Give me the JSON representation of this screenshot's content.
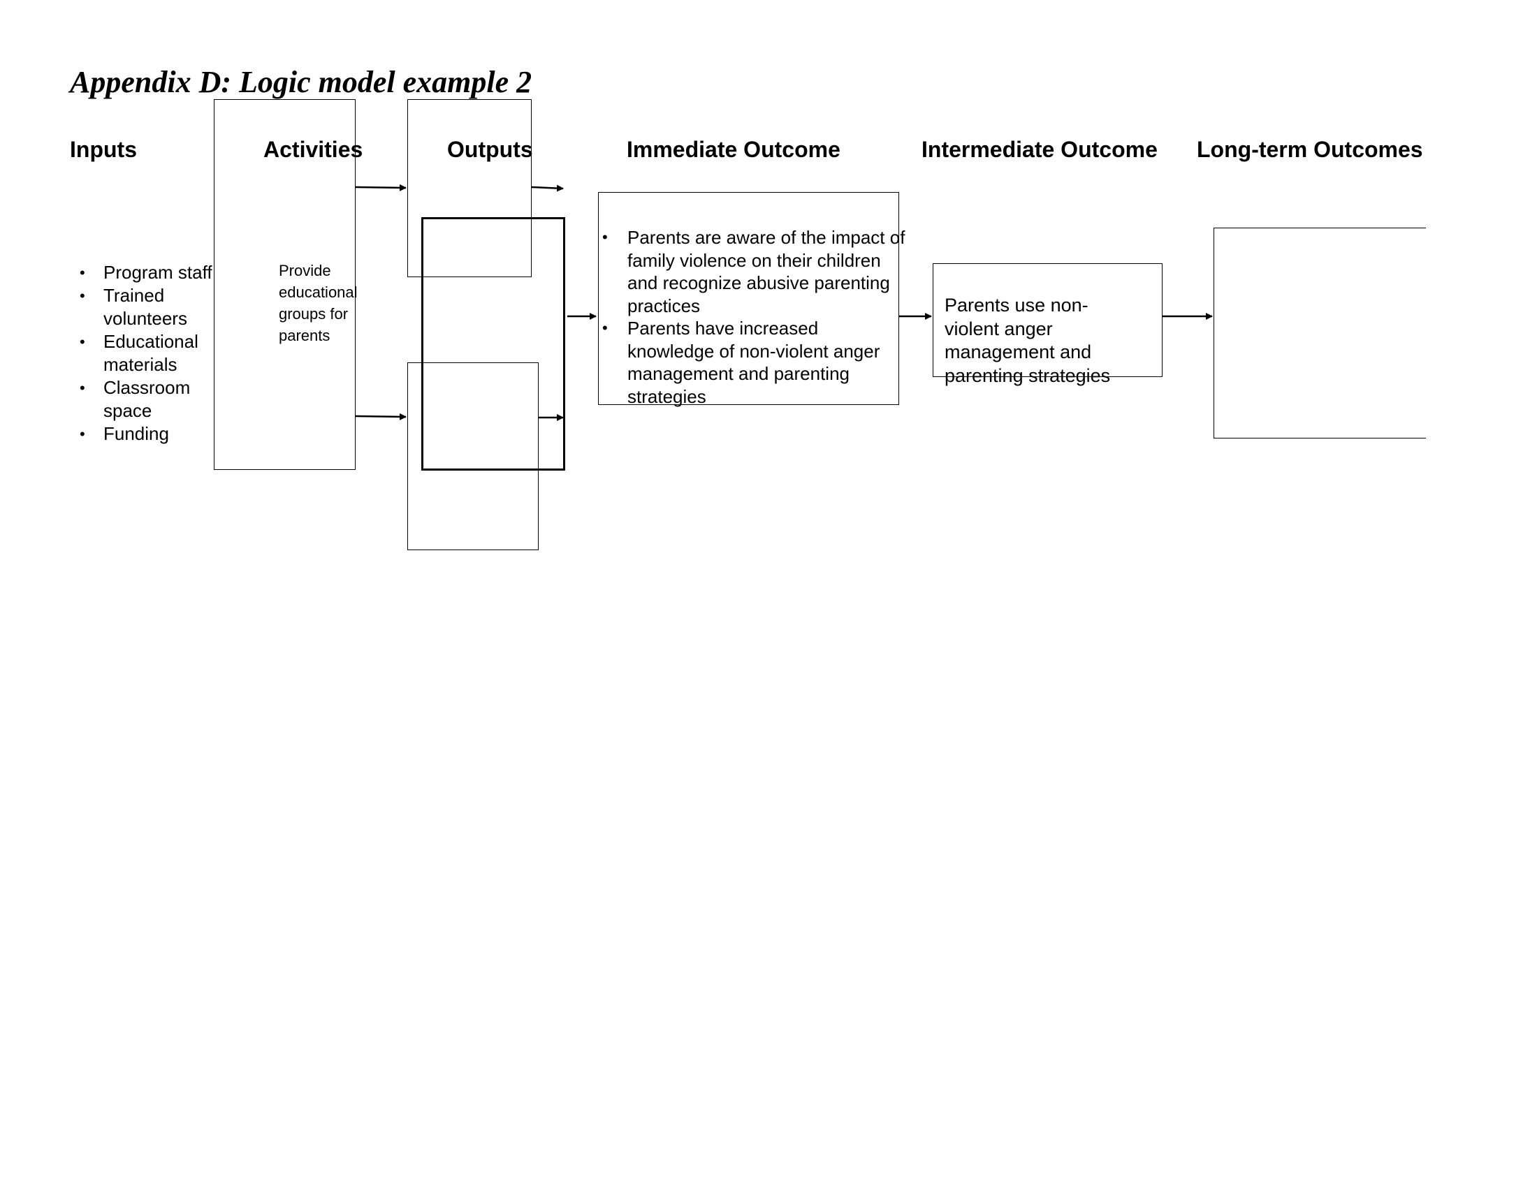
{
  "title": "Appendix D: Logic model example 2",
  "columns": {
    "inputs": "Inputs",
    "activities": "Activities",
    "outputs": "Outputs",
    "immediate": "Immediate Outcome",
    "intermediate": "Intermediate Outcome",
    "long_term": "Long-term Outcomes"
  },
  "inputs_items": [
    "Program staff",
    "Trained volunteers",
    "Educational materials",
    "Classroom space",
    "Funding"
  ],
  "activities_text": "Provide educational groups for parents",
  "immediate_items": [
    "Parents are aware of the impact of family violence on their children and recognize abusive parenting practices",
    "Parents have increased knowledge of non-violent anger management and parenting strategies"
  ],
  "intermediate_text": "Parents use non-violent anger management and parenting strategies",
  "long_term_text": ""
}
